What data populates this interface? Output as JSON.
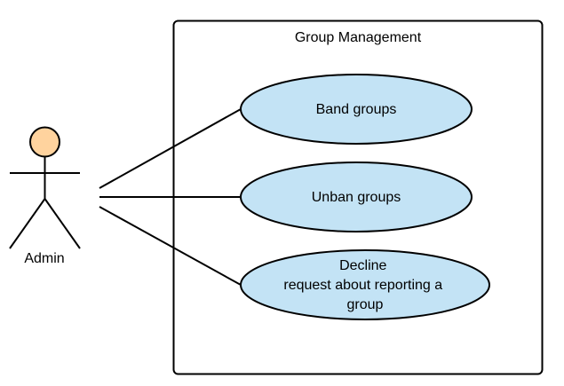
{
  "system": {
    "title": "Group Management"
  },
  "actor": {
    "label": "Admin"
  },
  "use_cases": [
    {
      "lines": [
        "Band groups"
      ]
    },
    {
      "lines": [
        "Unban groups"
      ]
    },
    {
      "lines": [
        "Decline",
        "request about reporting a",
        "group"
      ]
    }
  ],
  "colors": {
    "use_case_fill": "#c3e3f5",
    "actor_head_fill": "#ffd39e",
    "stroke": "#000000",
    "background": "#ffffff"
  }
}
